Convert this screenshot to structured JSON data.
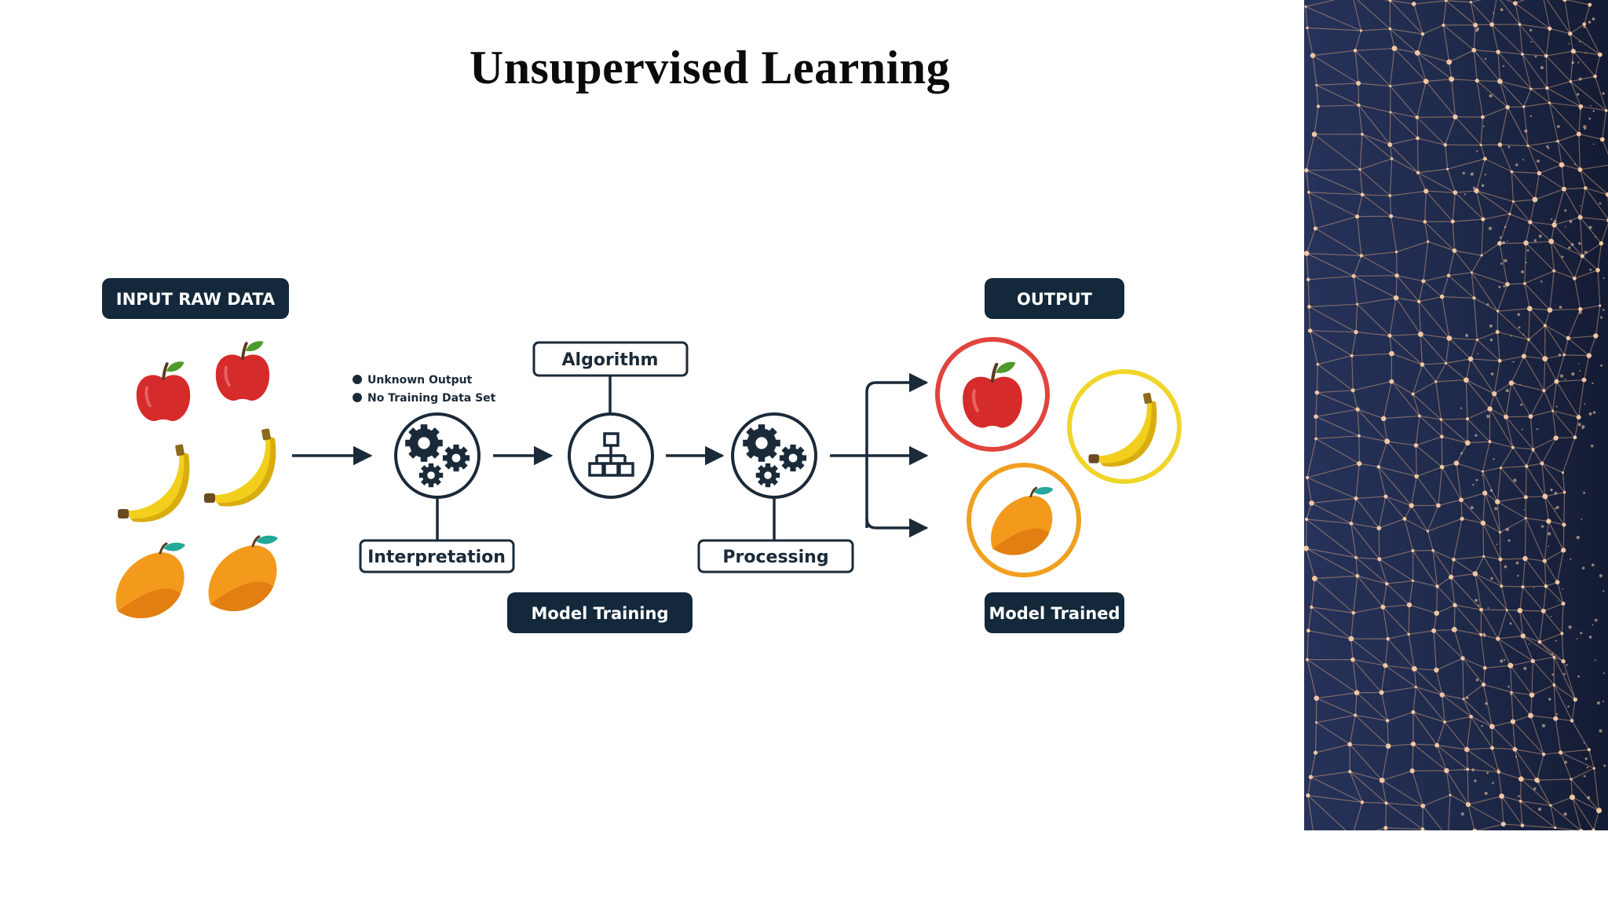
{
  "title": "Unsupervised Learning",
  "diagram": {
    "input_label": "INPUT RAW DATA",
    "notes": [
      "Unknown Output",
      "No Training Data Set"
    ],
    "interpretation_label": "Interpretation",
    "algorithm_label": "Algorithm",
    "processing_label": "Processing",
    "model_training_label": "Model Training",
    "output_label": "OUTPUT",
    "model_trained_label": "Model Trained"
  },
  "icons": {
    "interpretation": "gears-icon",
    "algorithm": "hierarchy-icon",
    "processing": "gears-icon",
    "fruits": [
      "apple-icon",
      "banana-icon",
      "mango-icon"
    ]
  },
  "colors": {
    "navy": "#13283a",
    "apple_red": "#d62b2b",
    "banana_yellow": "#f2cf1d",
    "mango_orange": "#f39a1c",
    "ring_red": "#e0443d",
    "ring_yellow": "#f0d52a",
    "ring_orange": "#f0a01f",
    "panel_bg": "#1d2847",
    "panel_nodes": "#e6b48f"
  }
}
